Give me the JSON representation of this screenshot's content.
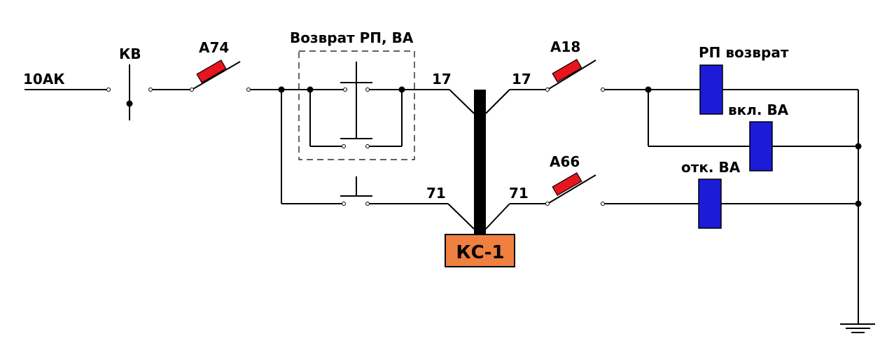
{
  "labels": {
    "input": "10АК",
    "key_switch": "КВ",
    "fuse_a74": "А74",
    "button_group": "Возврат РП, ВА",
    "wire_17_left": "17",
    "wire_17_right": "17",
    "wire_71_left": "71",
    "wire_71_right": "71",
    "fuse_a18": "А18",
    "fuse_a66": "А66",
    "coil_rp_return": "РП возврат",
    "coil_va_on": "вкл. ВА",
    "coil_va_off": "отк. ВА",
    "cable": "КС-1"
  },
  "colors": {
    "fuse": "#e8141e",
    "coil": "#1b1bd8",
    "cable_box": "#f08040",
    "wire": "#000000"
  }
}
